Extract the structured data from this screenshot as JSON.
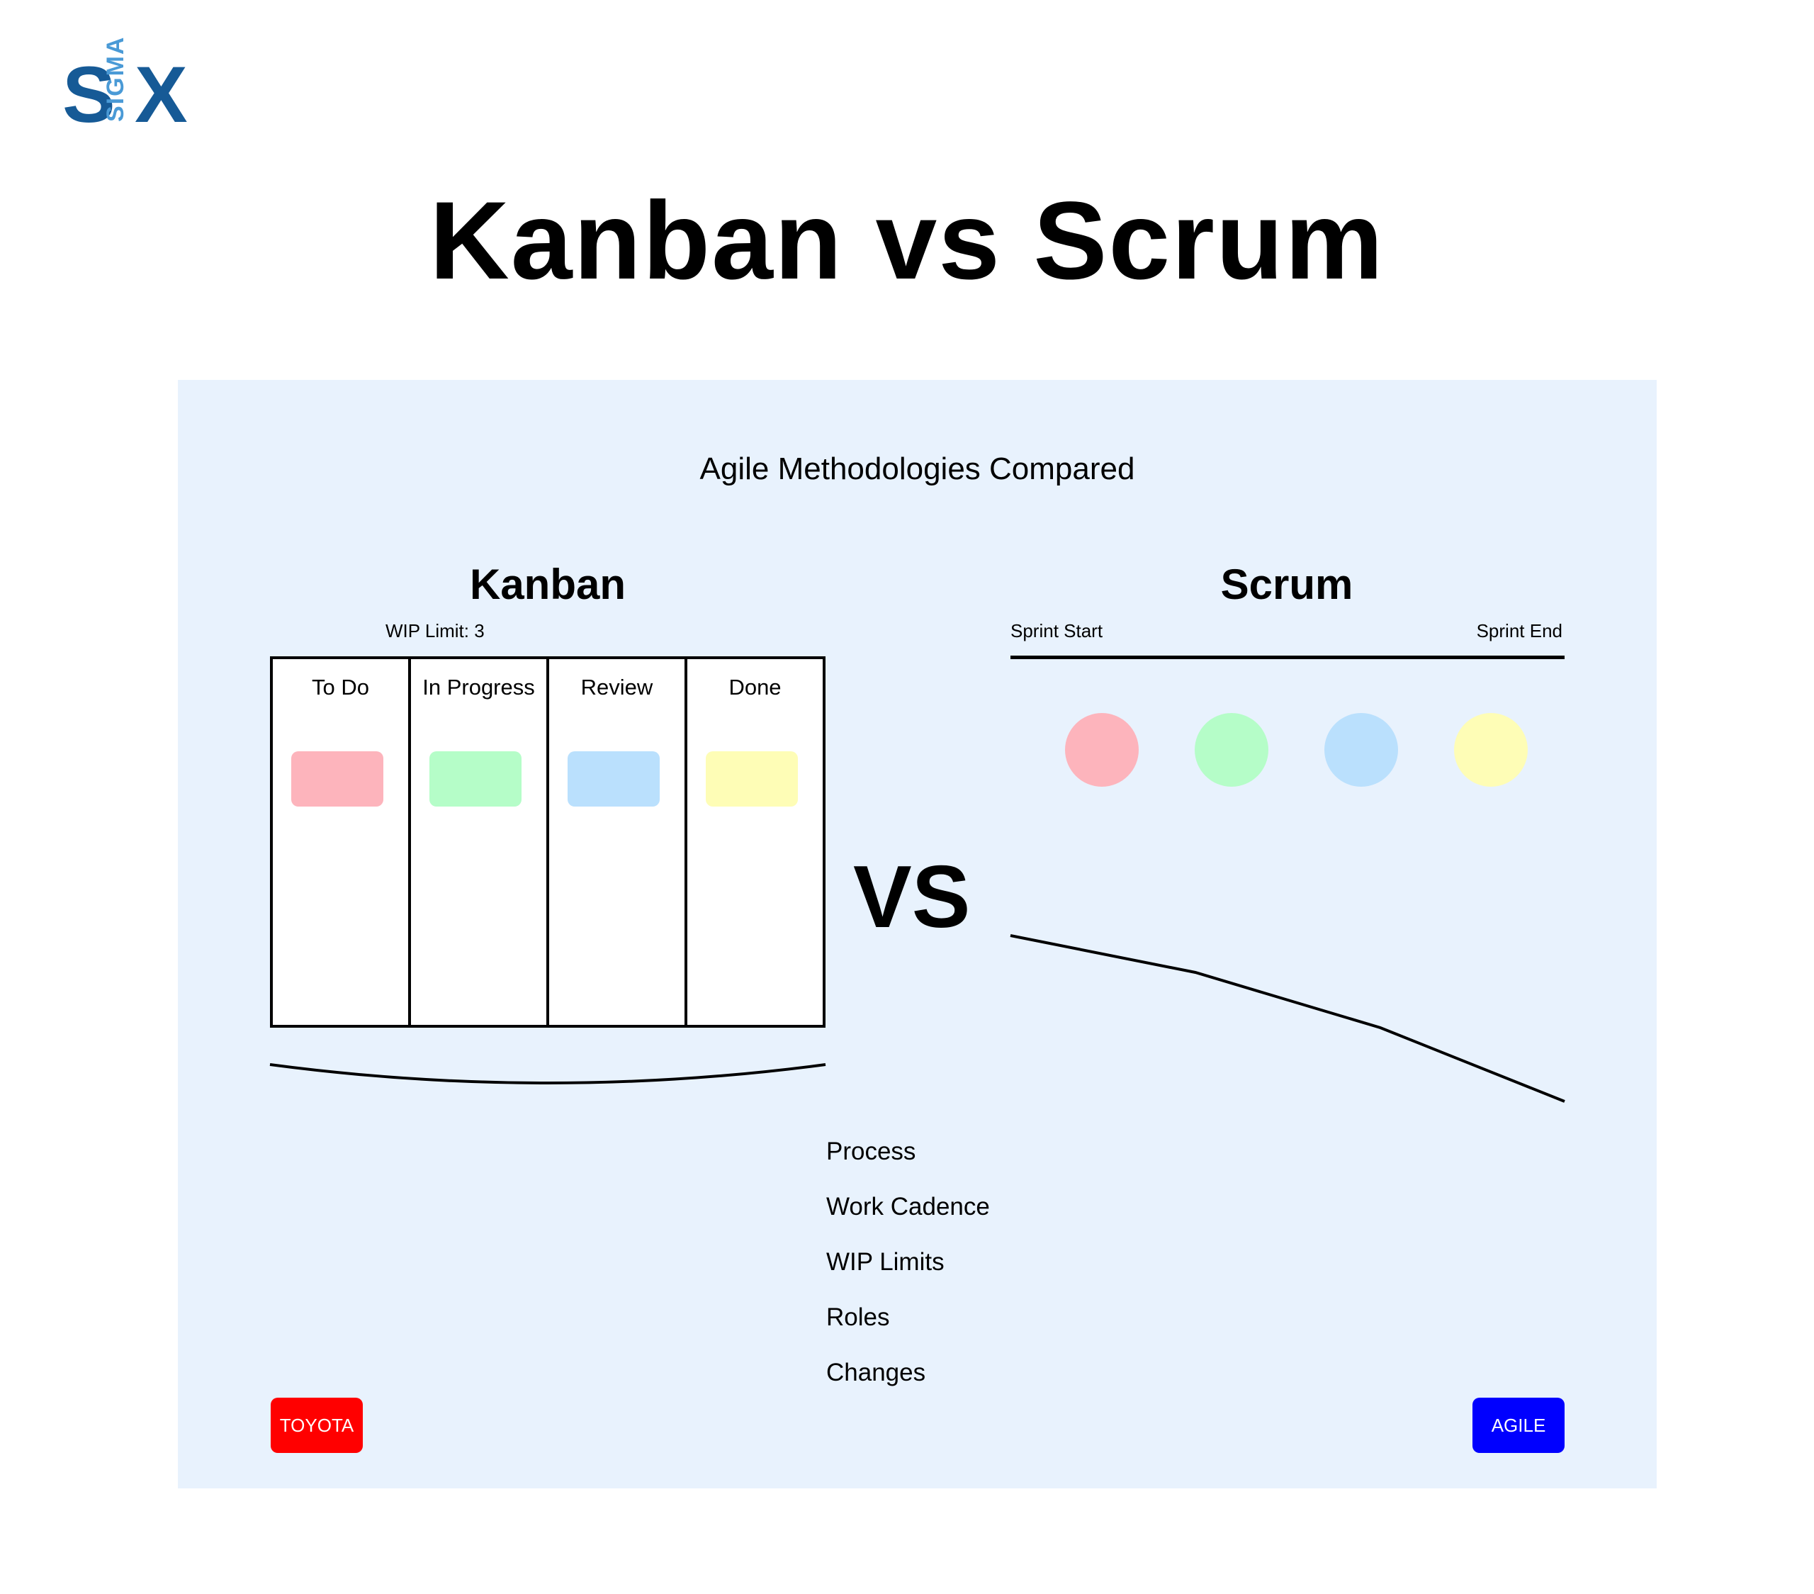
{
  "logo": {
    "s": "S",
    "sigma": "SIGMA",
    "x": "X"
  },
  "title": "Kanban vs Scrum",
  "subtitle": "Agile Methodologies Compared",
  "kanban": {
    "title": "Kanban",
    "wip_label": "WIP Limit: 3",
    "columns": [
      {
        "label": "To Do",
        "card_color": "#fdb4bc"
      },
      {
        "label": "In Progress",
        "card_color": "#b5fdc8"
      },
      {
        "label": "Review",
        "card_color": "#bae0fd"
      },
      {
        "label": "Done",
        "card_color": "#fefdb6"
      }
    ]
  },
  "vs": "VS",
  "scrum": {
    "title": "Scrum",
    "sprint_start": "Sprint Start",
    "sprint_end": "Sprint End",
    "dot_colors": [
      "#fdb4bc",
      "#b5fdc8",
      "#bae0fd",
      "#fefdb6"
    ]
  },
  "aspects": [
    "Process",
    "Work Cadence",
    "WIP Limits",
    "Roles",
    "Changes"
  ],
  "tags": {
    "left": {
      "label": "TOYOTA",
      "color": "#ff0000"
    },
    "right": {
      "label": "AGILE",
      "color": "#0000ff"
    }
  }
}
